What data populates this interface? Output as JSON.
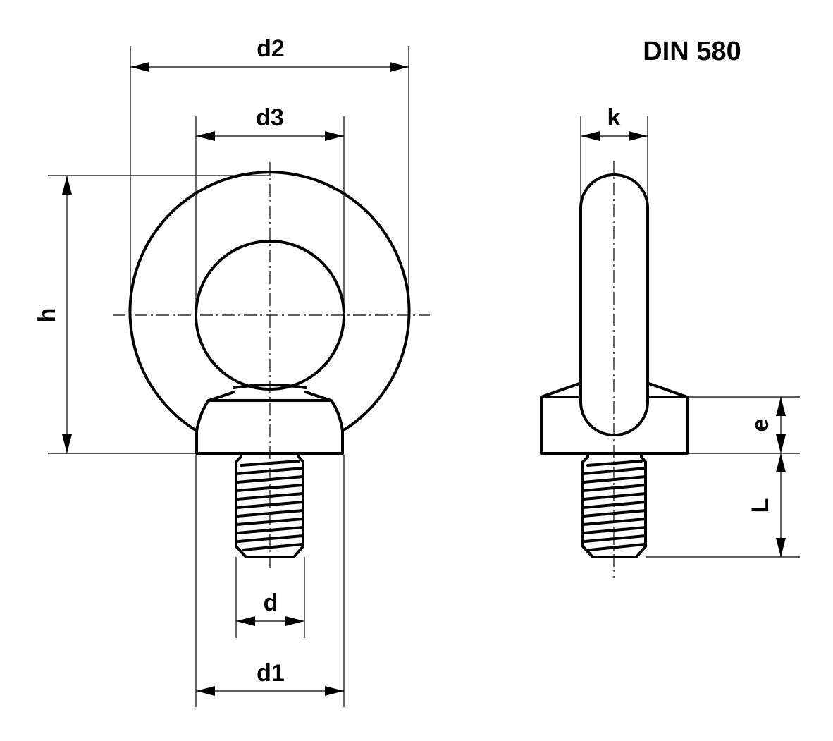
{
  "title": "DIN 580",
  "labels": {
    "d2": "d2",
    "d3": "d3",
    "h": "h",
    "d": "d",
    "d1": "d1",
    "k": "k",
    "e": "e",
    "L": "L"
  },
  "colors": {
    "line": "#000000",
    "background": "#ffffff"
  }
}
